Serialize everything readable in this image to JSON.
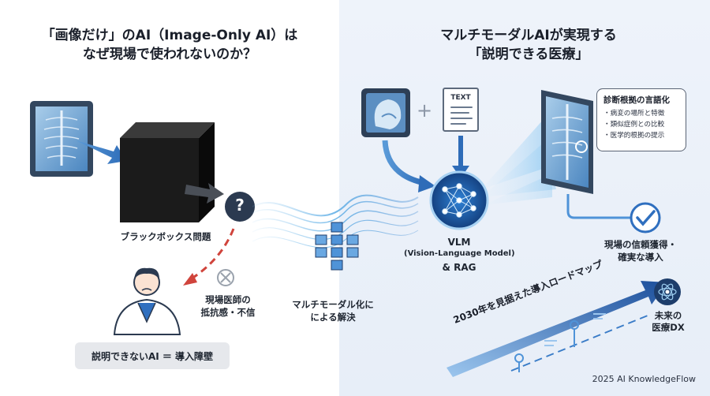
{
  "left": {
    "title_line1": "「画像だけ」のAI（Image-Only AI）は",
    "title_line2": "なぜ現場で使われないのか？",
    "blackbox_label": "ブラックボックス問題",
    "question_mark": "?",
    "doctor_label_line1": "現場医師の",
    "doctor_label_line2": "抵抗感・不信",
    "barrier_label": "説明できないAI ＝ 導入障壁"
  },
  "middle": {
    "multimodal_label_line1": "マルチモーダル化に",
    "multimodal_label_line2": "による解決"
  },
  "right": {
    "title_line1": "マルチモーダルAIが実現する",
    "title_line2": "「説明できる医療」",
    "plus_sign": "+",
    "text_doc_label": "TEXT",
    "vlm_label_line1": "VLM",
    "vlm_label_line2": "(Vision-Language Model)",
    "vlm_label_line3": "& RAG",
    "note": {
      "title": "診断根拠の言語化",
      "items": [
        "病変の場所と特徴",
        "類似症例との比較",
        "医学的根拠の提示"
      ]
    },
    "trust_label_line1": "現場の信頼獲得・",
    "trust_label_line2": "確実な導入",
    "roadmap_label": "2030年を見据えた導入ロードマップ",
    "future_label_line1": "未来の",
    "future_label_line2": "医療DX"
  },
  "footer": "2025 AI KnowledgeFlow",
  "colors": {
    "accent_blue": "#2f6fbf",
    "navy": "#1d3d6b",
    "red_dashed": "#d0443c",
    "blackbox": "#151515"
  }
}
